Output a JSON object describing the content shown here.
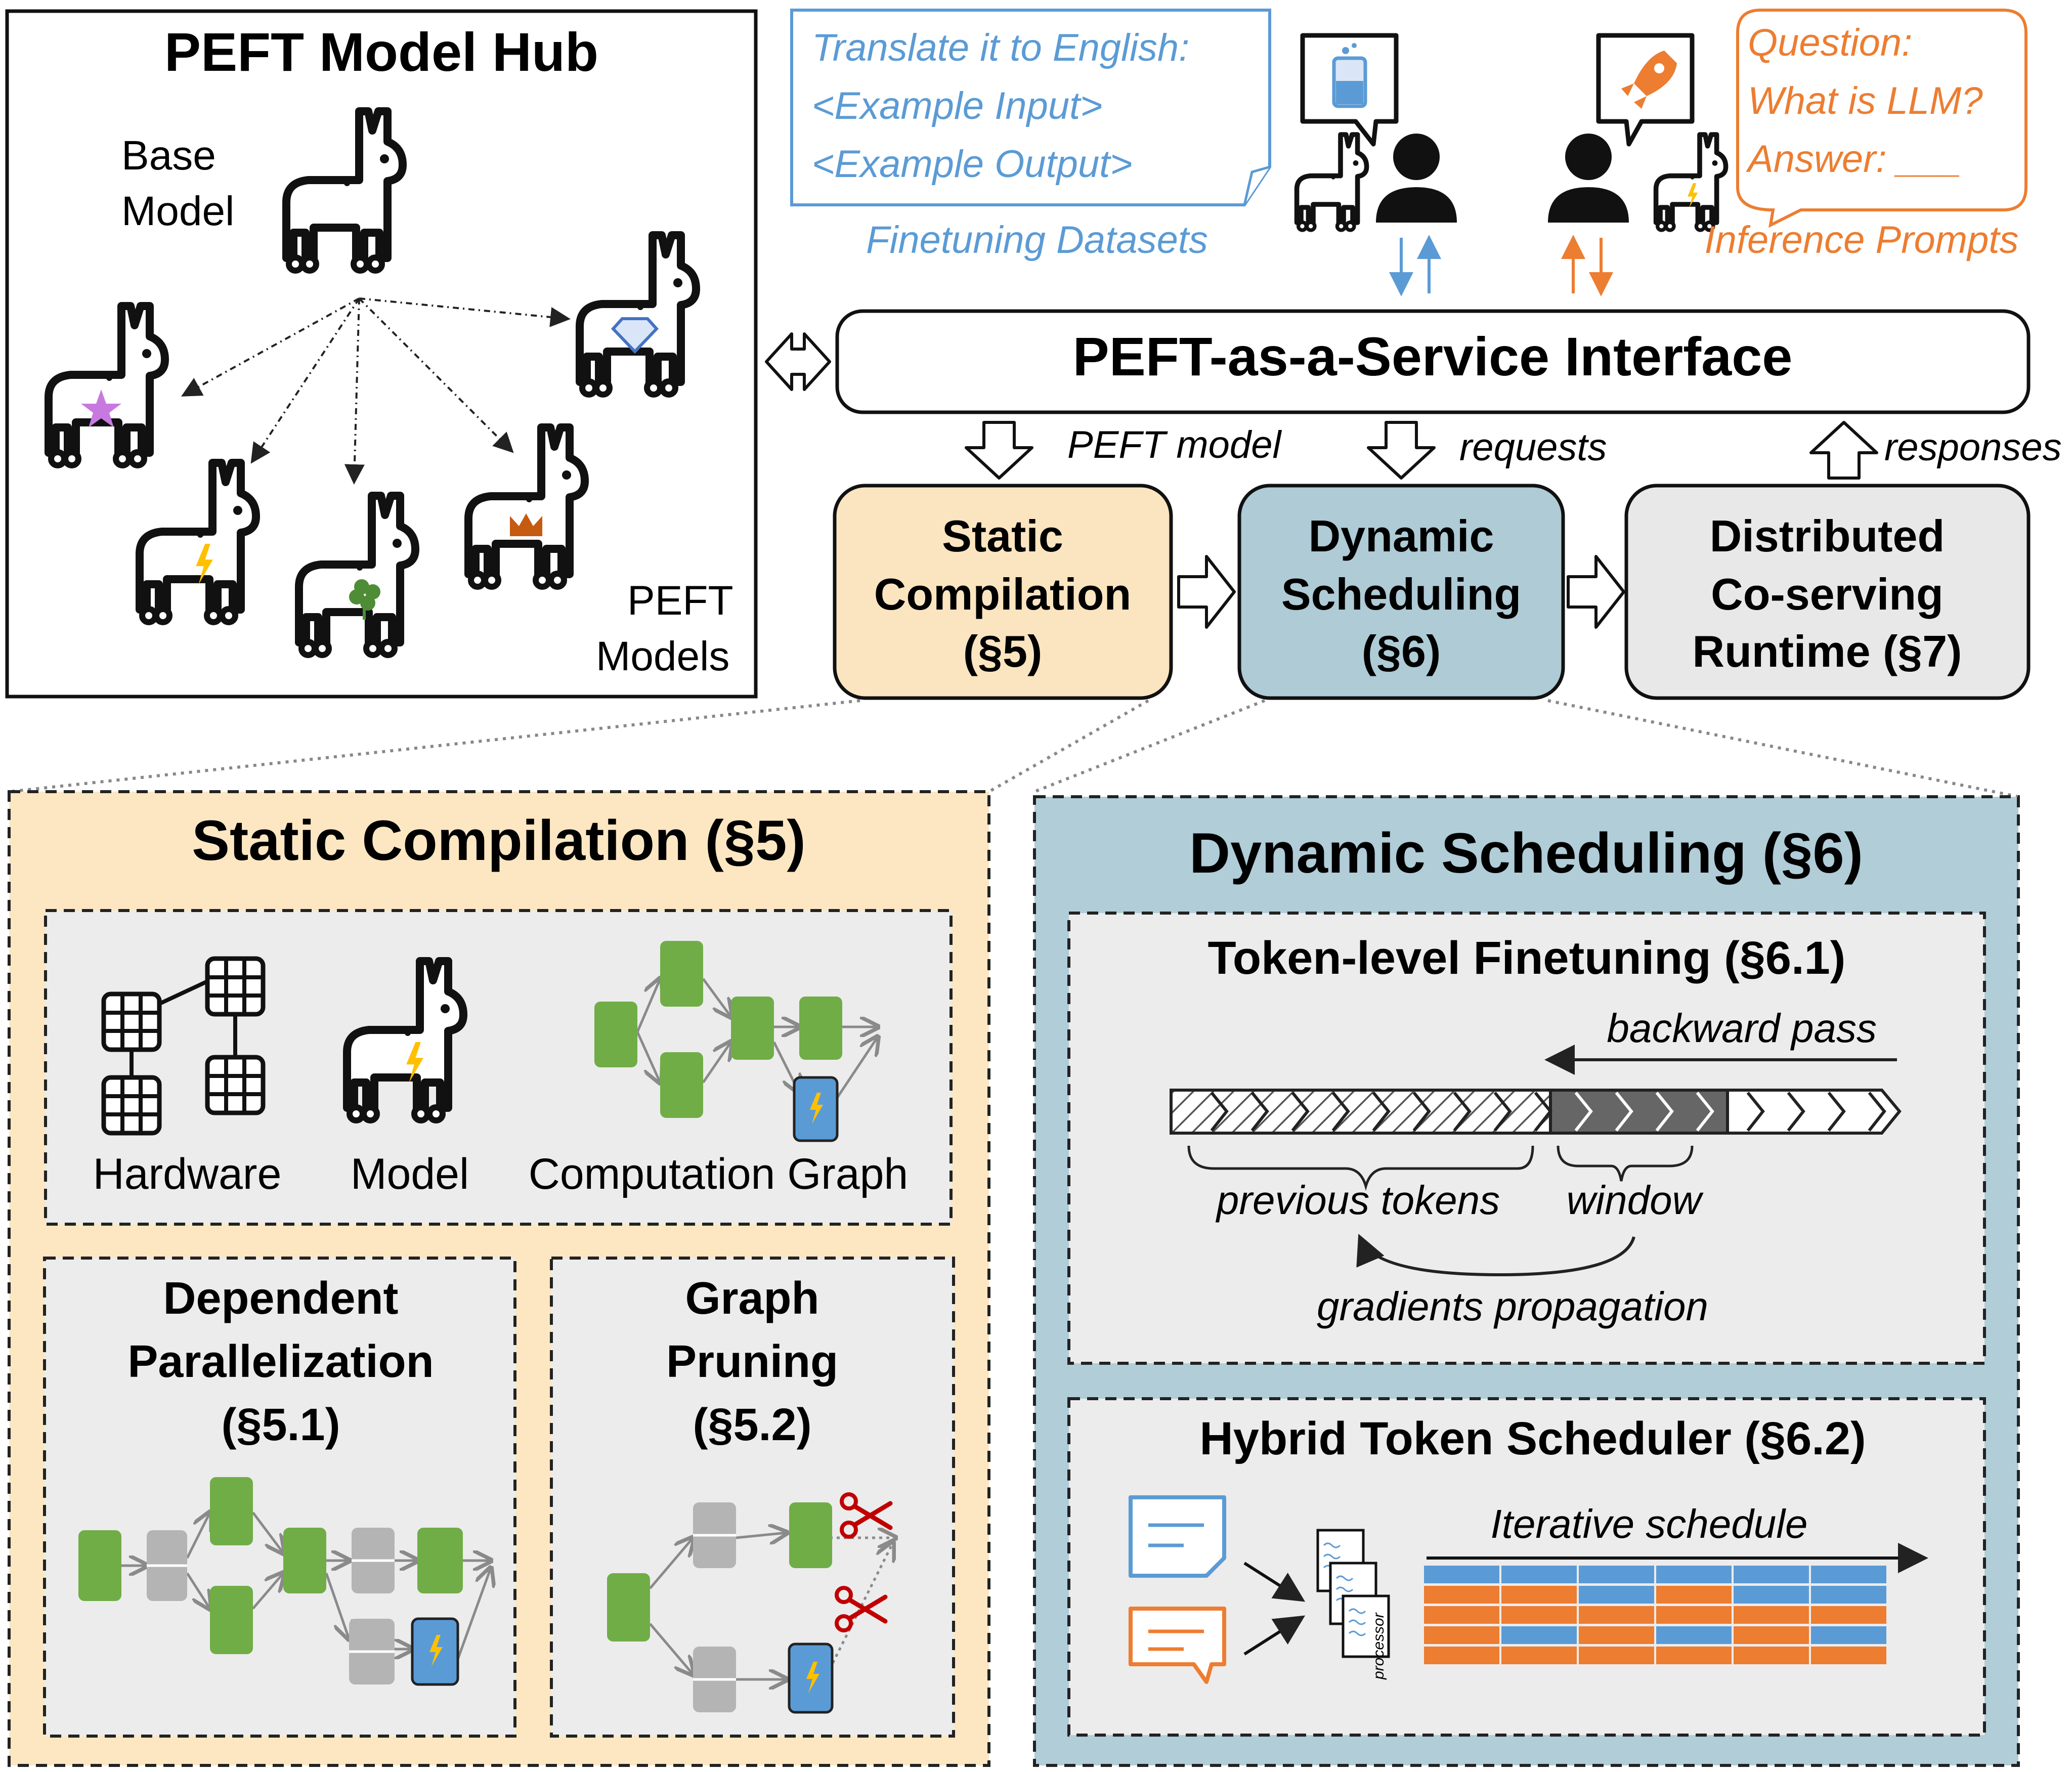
{
  "hub": {
    "title": "PEFT Model Hub",
    "base_model_label": [
      "Base",
      "Model"
    ],
    "peft_models_label": [
      "PEFT",
      "Models"
    ]
  },
  "datasets": {
    "lines": [
      "Translate it to English:",
      "<Example Input>",
      "<Example Output>"
    ],
    "caption": "Finetuning Datasets",
    "color": "#5b9bd5"
  },
  "prompts": {
    "lines": [
      "Question:",
      "What is LLM?",
      "Answer: ___"
    ],
    "caption": "Inference Prompts",
    "color": "#ed7d31"
  },
  "interface": {
    "title": "PEFT-as-a-Service Interface",
    "arrow_labels": {
      "model": "PEFT model",
      "requests": "requests",
      "responses": "responses"
    }
  },
  "modules": {
    "static": {
      "lines": [
        "Static",
        "Compilation",
        "(§5)"
      ],
      "color": "#fbe5c0"
    },
    "dynamic": {
      "lines": [
        "Dynamic",
        "Scheduling",
        "(§6)"
      ],
      "color": "#aecbd6"
    },
    "runtime": {
      "lines": [
        "Distributed",
        "Co-serving",
        "Runtime (§7)"
      ],
      "color": "#e8e8e8"
    }
  },
  "static_panel": {
    "title": "Static Compilation (§5)",
    "inputs": {
      "hardware": "Hardware",
      "model": "Model",
      "graph": "Computation Graph"
    },
    "dependent": {
      "lines": [
        "Dependent",
        "Parallelization",
        "(§5.1)"
      ]
    },
    "pruning": {
      "lines": [
        "Graph",
        "Pruning",
        "(§5.2)"
      ]
    }
  },
  "dynamic_panel": {
    "title": "Dynamic Scheduling (§6)",
    "token": {
      "title": "Token-level Finetuning (§6.1)",
      "backward": "backward pass",
      "previous": "previous tokens",
      "window": "window",
      "gradients": "gradients propagation"
    },
    "hybrid": {
      "title": "Hybrid Token Scheduler (§6.2)",
      "schedule": "Iterative schedule",
      "processor": "processor"
    }
  },
  "colors": {
    "green": "#70ad47",
    "gray_node": "#b4b4b4",
    "blue_node": "#5b9bd5",
    "lightning": "#ffc000",
    "star": "#c879e0",
    "clover": "#4e8c36",
    "crown": "#c55a11",
    "diamond": "#4472c4",
    "scissors": "#c00000",
    "static_bg": "#fce7c2",
    "dynamic_bg": "#b0cdd8",
    "inner_gray": "#ececec"
  },
  "schedule_rows": [
    [
      "#5b9bd5",
      "#5b9bd5",
      "#5b9bd5",
      "#5b9bd5",
      "#5b9bd5",
      "#5b9bd5"
    ],
    [
      "#ed7d31",
      "#ed7d31",
      "#5b9bd5",
      "#ed7d31",
      "#5b9bd5",
      "#5b9bd5"
    ],
    [
      "#ed7d31",
      "#ed7d31",
      "#ed7d31",
      "#ed7d31",
      "#ed7d31",
      "#ed7d31"
    ],
    [
      "#ed7d31",
      "#5b9bd5",
      "#ed7d31",
      "#5b9bd5",
      "#ed7d31",
      "#5b9bd5"
    ],
    [
      "#ed7d31",
      "#ed7d31",
      "#ed7d31",
      "#ed7d31",
      "#ed7d31",
      "#ed7d31"
    ]
  ]
}
